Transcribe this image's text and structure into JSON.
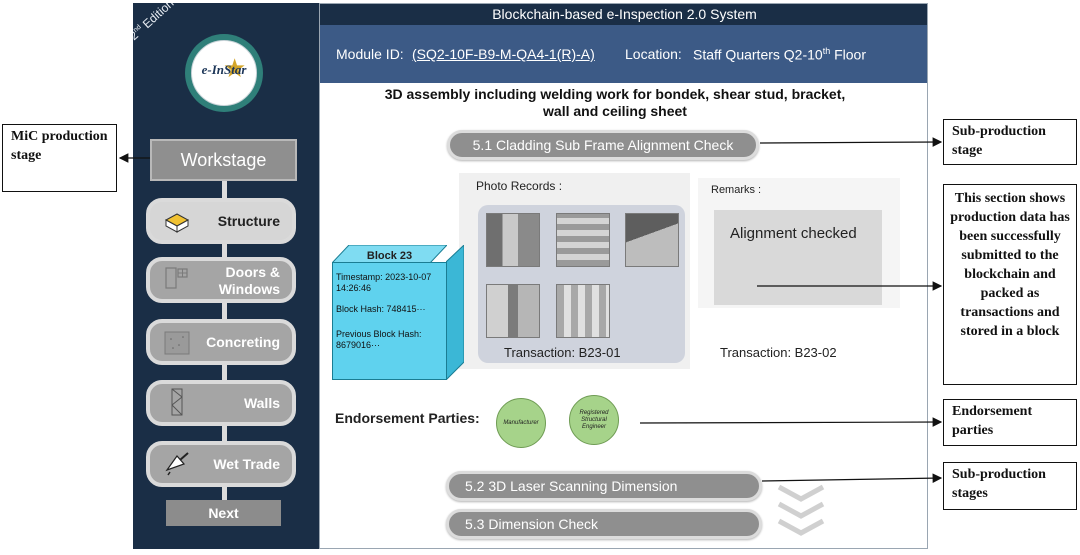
{
  "window_title": "Blockchain-based e-Inspection 2.0 System",
  "module": {
    "id_label": "Module ID:",
    "id_value": "(SQ2-10F-B9-M-QA4-1(R)-A)",
    "location_label": "Location:",
    "location_value_pre": "Staff Quarters Q2-10",
    "location_value_sup": "th",
    "location_value_post": " Floor"
  },
  "sidebar": {
    "edition_num": "2",
    "edition_sup": "nd",
    "edition_text": " Edition",
    "logo_text": "e-InStar",
    "workstage_label": "Workstage",
    "stages": [
      {
        "label": "Structure",
        "icon": "structure-icon"
      },
      {
        "label": "Doors & Windows",
        "line1": "Doors &",
        "line2": "Windows",
        "icon": "doors-windows-icon"
      },
      {
        "label": "Concreting",
        "icon": "concreting-icon"
      },
      {
        "label": "Walls",
        "icon": "walls-icon"
      },
      {
        "label": "Wet Trade",
        "icon": "wet-trade-icon"
      }
    ],
    "next_label": "Next"
  },
  "main": {
    "task_title": "3D assembly including welding work for bondek, shear stud, bracket, wall and ceiling sheet",
    "sub_stage_current": "5.1 Cladding Sub Frame Alignment Check",
    "sub_stage_next_1": "5.2 3D Laser Scanning Dimension",
    "sub_stage_next_2": "5.3 Dimension Check",
    "photo_records_label": "Photo Records :",
    "transaction_1": "Transaction: B23-01",
    "remarks_label": "Remarks :",
    "remarks_text": "Alignment checked",
    "transaction_2": "Transaction: B23-02",
    "block": {
      "title": "Block 23",
      "timestamp": "Timestamp: 2023-10-07 14:26:46",
      "block_hash": "Block Hash: 748415···",
      "previous_hash": "Previous Block Hash: 8679016···"
    },
    "endorsement_label": "Endorsement Parties:",
    "endorsers": [
      "Manufacturer",
      "Registered Structural Engineer"
    ]
  },
  "annotations": {
    "mic_stage": "MiC production stage",
    "sub_stage": "Sub-production stage",
    "section_note": "This section shows production data has been successfully submitted to the blockchain and packed as transactions and stored in a block",
    "endorsement": "Endorsement parties",
    "sub_stages": "Sub-production stages"
  },
  "colors": {
    "sidebar_bg": "#1a2e46",
    "module_bar_bg": "#3c5a86",
    "block_fill": "#5fd2ee",
    "endorser_fill": "#a6d38a",
    "logo_ring": "#2f7f79"
  }
}
